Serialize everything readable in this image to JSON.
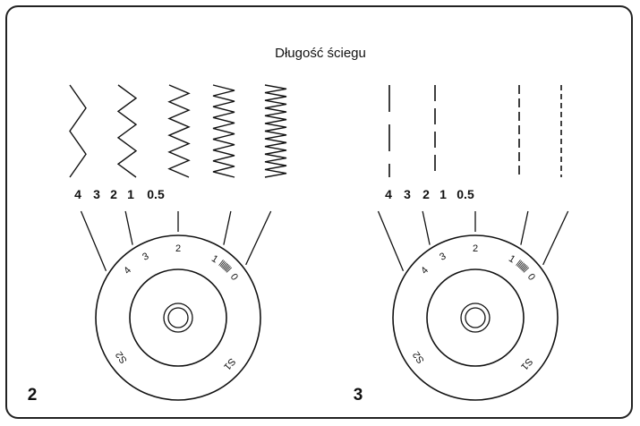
{
  "title": "Długość ściegu",
  "panels": [
    {
      "number": "2",
      "stitch_type": "zigzag",
      "length_labels": [
        "4",
        "3",
        "2",
        "1",
        "0.5"
      ],
      "dial_labels": [
        "4",
        "3",
        "2",
        "1",
        "0",
        "S1",
        "S2"
      ]
    },
    {
      "number": "3",
      "stitch_type": "straight",
      "length_labels": [
        "4",
        "3",
        "2",
        "1",
        "0.5"
      ],
      "dial_labels": [
        "4",
        "3",
        "2",
        "1",
        "0",
        "S1",
        "S2"
      ]
    }
  ],
  "colors": {
    "ink": "#111111",
    "frame": "#222222",
    "background": "#ffffff"
  }
}
